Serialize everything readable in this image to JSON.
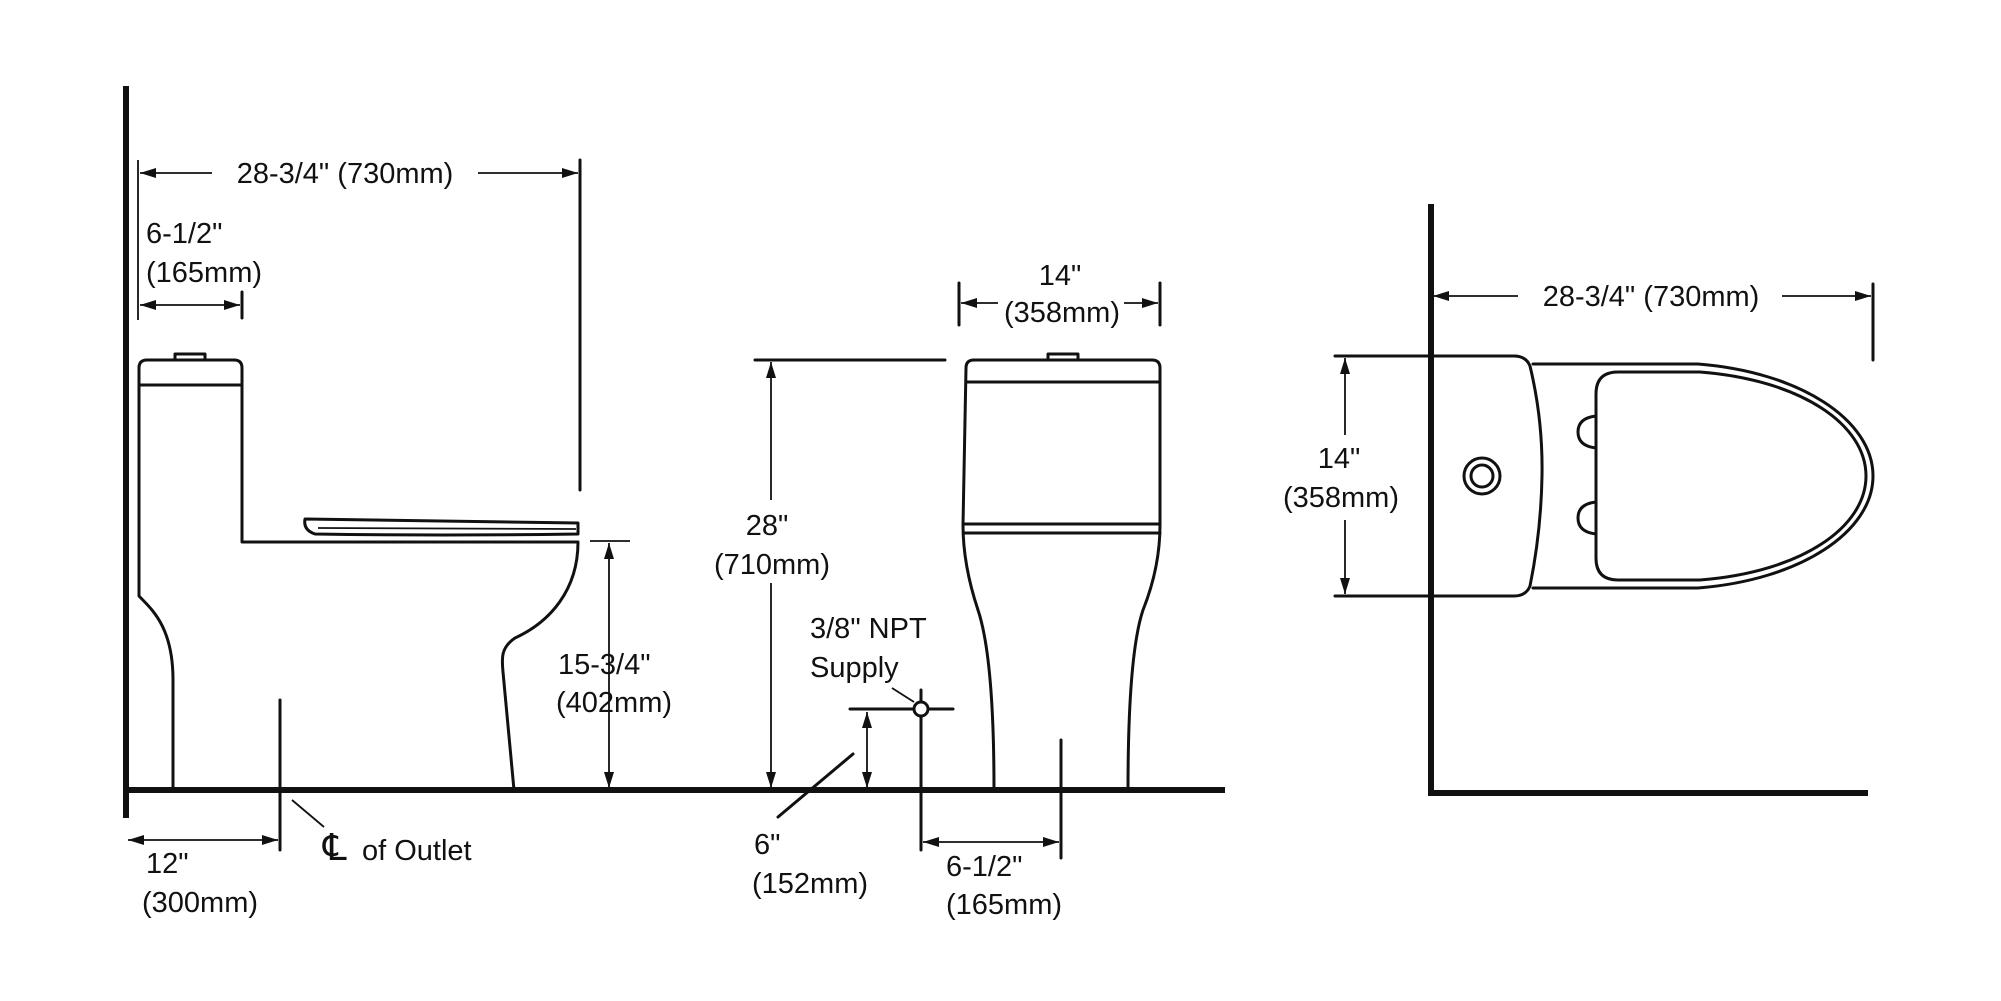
{
  "side_view": {
    "overall_depth": "28-3/4\" (730mm)",
    "tank_inch": "6-1/2\"",
    "tank_mm": "(165mm)",
    "seat_height_inch": "15-3/4\"",
    "seat_height_mm": "(402mm)",
    "rough_in_inch": "12\"",
    "rough_in_mm": "(300mm)",
    "outlet_symbol": "℄",
    "outlet_label": "of Outlet"
  },
  "front_view": {
    "width_inch": "14\"",
    "width_mm": "(358mm)",
    "height_inch": "28\"",
    "height_mm": "(710mm)",
    "supply_line1": "3/8\" NPT",
    "supply_line2": "Supply",
    "supply_height_inch": "6\"",
    "supply_height_mm": "(152mm)",
    "supply_offset_inch": "6-1/2\"",
    "supply_offset_mm": "(165mm)"
  },
  "top_view": {
    "overall_depth": "28-3/4\" (730mm)",
    "width_inch": "14\"",
    "width_mm": "(358mm)"
  }
}
